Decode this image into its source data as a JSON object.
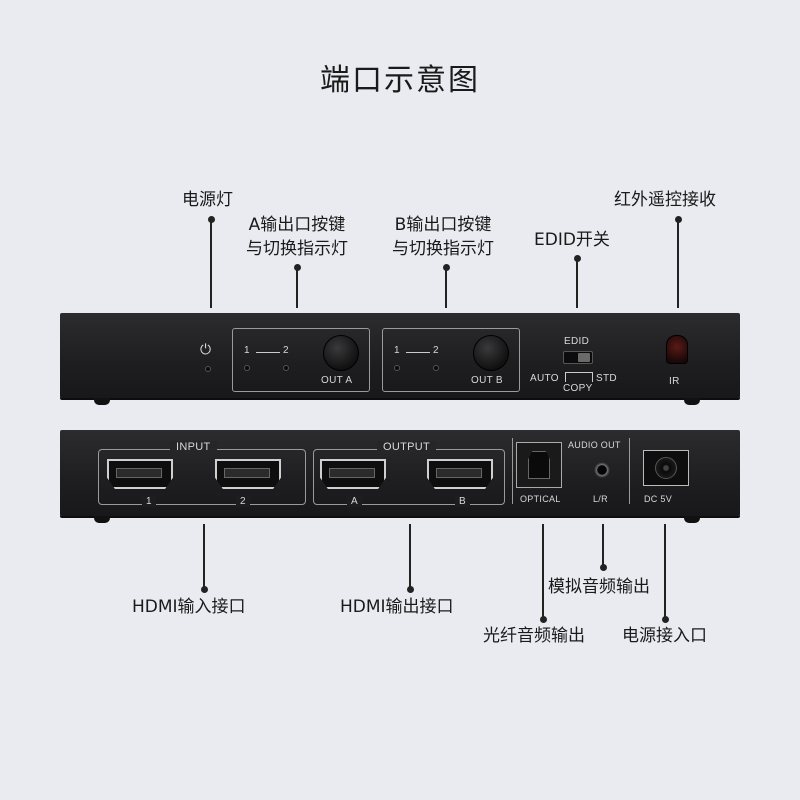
{
  "title": "端口示意图",
  "callouts_top": {
    "power_led": "电源灯",
    "a_key_line1": "A输出口按键",
    "a_key_line2": "与切换指示灯",
    "b_key_line1": "B输出口按键",
    "b_key_line2": "与切换指示灯",
    "edid_switch": "EDID开关",
    "ir_receiver": "红外遥控接收"
  },
  "callouts_bottom": {
    "hdmi_in": "HDMI输入接口",
    "hdmi_out": "HDMI输出接口",
    "analog_audio": "模拟音频输出",
    "optical_audio": "光纤音频输出",
    "power_in": "电源接入口"
  },
  "front_panel": {
    "out_a": {
      "n1": "1",
      "n2": "2",
      "label": "OUT A"
    },
    "out_b": {
      "n1": "1",
      "n2": "2",
      "label": "OUT B"
    },
    "edid": {
      "label": "EDID",
      "auto": "AUTO",
      "copy": "COPY",
      "std": "STD"
    },
    "ir": "IR",
    "power_symbol": "⏻"
  },
  "rear_panel": {
    "input": {
      "label": "INPUT",
      "p1": "1",
      "p2": "2"
    },
    "output": {
      "label": "OUTPUT",
      "pa": "A",
      "pb": "B"
    },
    "audio_out": "AUDIO OUT",
    "optical": "OPTICAL",
    "lr": "L/R",
    "dc": "DC 5V"
  },
  "colors": {
    "background": "#e9ebf0",
    "device": "#222224",
    "leader": "#222222"
  }
}
